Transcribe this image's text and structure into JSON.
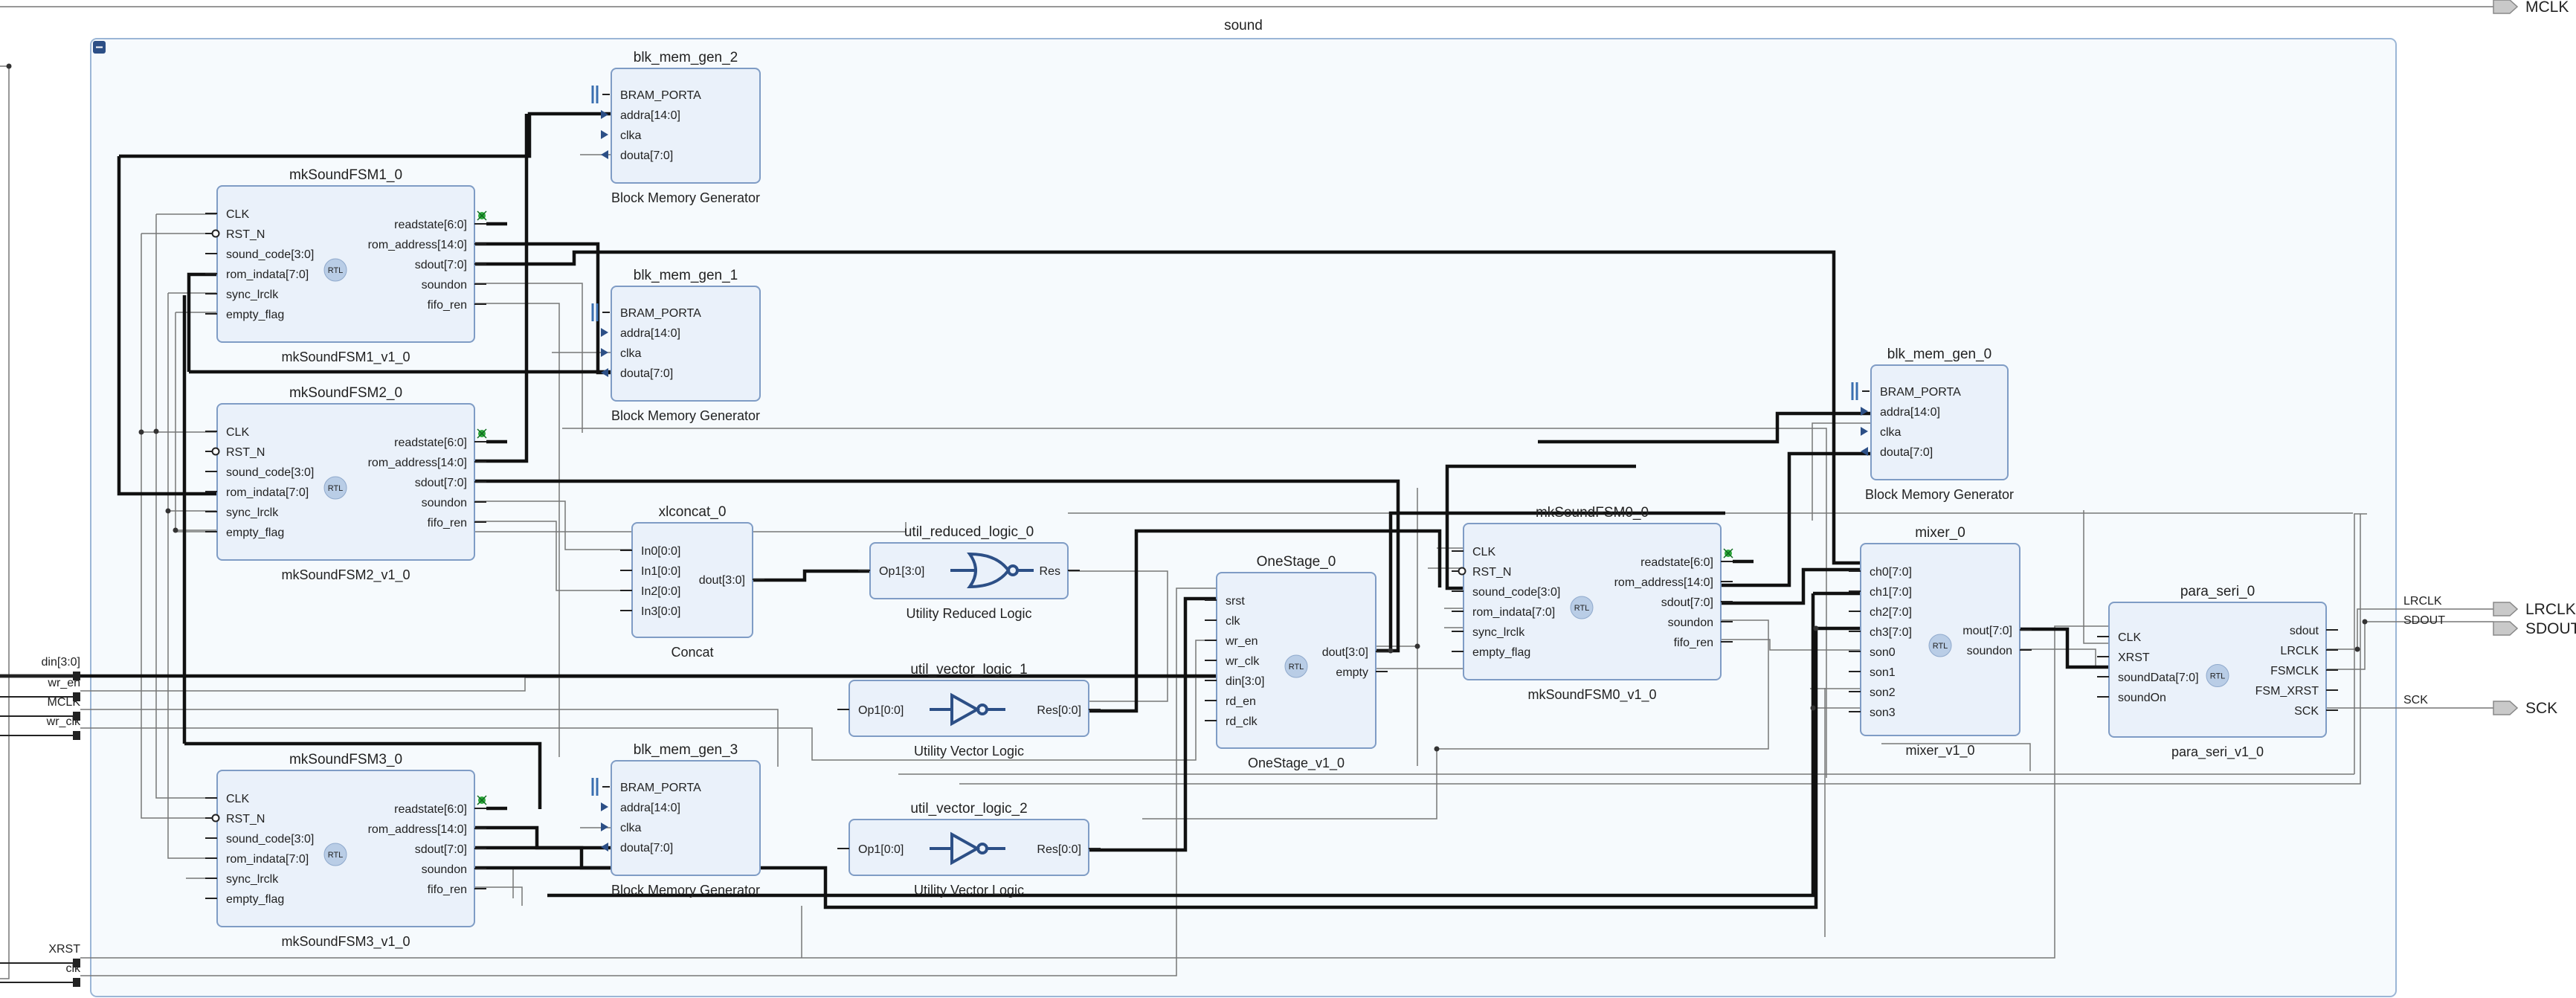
{
  "group": {
    "name": "sound",
    "collapse_icon": "minus-icon"
  },
  "ports_left": [
    {
      "name": "din[3:0]"
    },
    {
      "name": "wr_en"
    },
    {
      "name": "MCLK"
    },
    {
      "name": "wr_clk"
    },
    {
      "name": "XRST"
    },
    {
      "name": "clk"
    }
  ],
  "ports_right": [
    {
      "name": "MCLK",
      "wire_label": ""
    },
    {
      "name": "LRCLK",
      "wire_label": "LRCLK"
    },
    {
      "name": "SDOUT",
      "wire_label": "SDOUT"
    },
    {
      "name": "SCK",
      "wire_label": "SCK"
    }
  ],
  "blocks": [
    {
      "name": "mkSoundFSM1_0",
      "subtitle": "mkSoundFSM1_v1_0",
      "icon": "rtl-icon",
      "inputs": [
        "CLK",
        "RST_N",
        "sound_code[3:0]",
        "rom_indata[7:0]",
        "sync_lrclk",
        "empty_flag"
      ],
      "outputs": [
        "readstate[6:0]",
        "rom_address[14:0]",
        "sdout[7:0]",
        "soundon",
        "fifo_ren"
      ]
    },
    {
      "name": "mkSoundFSM2_0",
      "subtitle": "mkSoundFSM2_v1_0",
      "icon": "rtl-icon",
      "inputs": [
        "CLK",
        "RST_N",
        "sound_code[3:0]",
        "rom_indata[7:0]",
        "sync_lrclk",
        "empty_flag"
      ],
      "outputs": [
        "readstate[6:0]",
        "rom_address[14:0]",
        "sdout[7:0]",
        "soundon",
        "fifo_ren"
      ]
    },
    {
      "name": "mkSoundFSM3_0",
      "subtitle": "mkSoundFSM3_v1_0",
      "icon": "rtl-icon",
      "inputs": [
        "CLK",
        "RST_N",
        "sound_code[3:0]",
        "rom_indata[7:0]",
        "sync_lrclk",
        "empty_flag"
      ],
      "outputs": [
        "readstate[6:0]",
        "rom_address[14:0]",
        "sdout[7:0]",
        "soundon",
        "fifo_ren"
      ]
    },
    {
      "name": "mkSoundFSM0_0",
      "subtitle": "mkSoundFSM0_v1_0",
      "icon": "rtl-icon",
      "inputs": [
        "CLK",
        "RST_N",
        "sound_code[3:0]",
        "rom_indata[7:0]",
        "sync_lrclk",
        "empty_flag"
      ],
      "outputs": [
        "readstate[6:0]",
        "rom_address[14:0]",
        "sdout[7:0]",
        "soundon",
        "fifo_ren"
      ]
    },
    {
      "name": "blk_mem_gen_2",
      "subtitle": "Block Memory Generator",
      "icon": "",
      "inputs": [
        "BRAM_PORTA",
        "addra[14:0]",
        "clka",
        "douta[7:0]"
      ],
      "outputs": []
    },
    {
      "name": "blk_mem_gen_1",
      "subtitle": "Block Memory Generator",
      "icon": "",
      "inputs": [
        "BRAM_PORTA",
        "addra[14:0]",
        "clka",
        "douta[7:0]"
      ],
      "outputs": []
    },
    {
      "name": "blk_mem_gen_3",
      "subtitle": "Block Memory Generator",
      "icon": "",
      "inputs": [
        "BRAM_PORTA",
        "addra[14:0]",
        "clka",
        "douta[7:0]"
      ],
      "outputs": []
    },
    {
      "name": "blk_mem_gen_0",
      "subtitle": "Block Memory Generator",
      "icon": "",
      "inputs": [
        "BRAM_PORTA",
        "addra[14:0]",
        "clka",
        "douta[7:0]"
      ],
      "outputs": []
    },
    {
      "name": "xlconcat_0",
      "subtitle": "Concat",
      "icon": "",
      "inputs": [
        "In0[0:0]",
        "In1[0:0]",
        "In2[0:0]",
        "In3[0:0]"
      ],
      "outputs": [
        "dout[3:0]"
      ]
    },
    {
      "name": "util_reduced_logic_0",
      "subtitle": "Utility Reduced Logic",
      "icon": "nor-gate-icon",
      "inputs": [
        "Op1[3:0]"
      ],
      "outputs": [
        "Res"
      ]
    },
    {
      "name": "OneStage_0",
      "subtitle": "OneStage_v1_0",
      "icon": "rtl-icon",
      "inputs": [
        "srst",
        "clk",
        "wr_en",
        "wr_clk",
        "din[3:0]",
        "rd_en",
        "rd_clk"
      ],
      "outputs": [
        "dout[3:0]",
        "empty"
      ]
    },
    {
      "name": "util_vector_logic_1",
      "subtitle": "Utility Vector Logic",
      "icon": "not-gate-icon",
      "inputs": [
        "Op1[0:0]"
      ],
      "outputs": [
        "Res[0:0]"
      ]
    },
    {
      "name": "util_vector_logic_2",
      "subtitle": "Utility Vector Logic",
      "icon": "not-gate-icon",
      "inputs": [
        "Op1[0:0]"
      ],
      "outputs": [
        "Res[0:0]"
      ]
    },
    {
      "name": "mixer_0",
      "subtitle": "mixer_v1_0",
      "icon": "rtl-icon",
      "inputs": [
        "ch0[7:0]",
        "ch1[7:0]",
        "ch2[7:0]",
        "ch3[7:0]",
        "son0",
        "son1",
        "son2",
        "son3"
      ],
      "outputs": [
        "mout[7:0]",
        "soundon"
      ]
    },
    {
      "name": "para_seri_0",
      "subtitle": "para_seri_v1_0",
      "icon": "rtl-icon",
      "inputs": [
        "CLK",
        "XRST",
        "soundData[7:0]",
        "soundOn"
      ],
      "outputs": [
        "sdout",
        "LRCLK",
        "FSMCLK",
        "FSM_XRST",
        "SCK"
      ]
    }
  ],
  "rtl_badge_text": "RTL",
  "colors": {
    "block_fill": "#eaf1fa",
    "block_border": "#7f9cc5",
    "subtitle": "#3f6ea8",
    "group_border": "#9bb6d6",
    "wire": "#222222",
    "bus": "#111111",
    "marker": "#2eaa3c"
  }
}
